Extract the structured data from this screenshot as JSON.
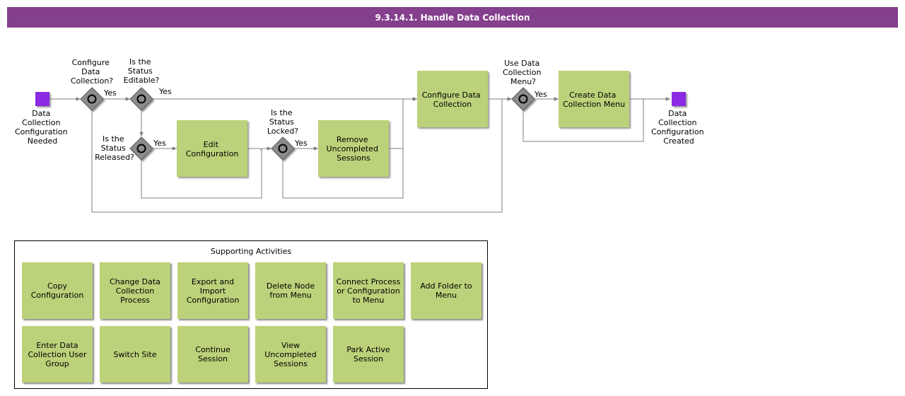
{
  "title": "9.3.14.1. Handle Data Collection",
  "colors": {
    "title_bar": "#843f8d",
    "task_fill": "#bcd27a",
    "event_fill": "#8a2be2",
    "gateway_fill": "#8c8c8c",
    "flow_line": "#7f7f7f"
  },
  "events": {
    "start": [
      "Data",
      "Collection",
      "Configuration",
      "Needed"
    ],
    "end": [
      "Data",
      "Collection",
      "Configuration",
      "Created"
    ]
  },
  "gateways": {
    "configure": [
      "Configure",
      "Data",
      "Collection?"
    ],
    "editable": [
      "Is the",
      "Status",
      "Editable?"
    ],
    "released": [
      "Is the",
      "Status",
      "Released?"
    ],
    "locked": [
      "Is the",
      "Status",
      "Locked?"
    ],
    "menu": [
      "Use Data",
      "Collection",
      "Menu?"
    ]
  },
  "yes_label": "Yes",
  "tasks": {
    "edit_config": [
      "Edit",
      "Configuration"
    ],
    "remove_sessions": [
      "Remove",
      "Uncompleted",
      "Sessions"
    ],
    "configure_dc": [
      "Configure Data",
      "Collection"
    ],
    "create_menu": [
      "Create Data",
      "Collection Menu"
    ]
  },
  "supporting": {
    "title": "Supporting Activities",
    "items": [
      "Copy Configuration",
      "Change Data Collection Process",
      "Export and Import Configuration",
      "Delete Node from Menu",
      "Connect Process or Configuration to Menu",
      "Add Folder to Menu",
      "Enter Data Collection User Group",
      "Switch Site",
      "Continue Session",
      "View Uncompleted Sessions",
      "Park Active Session"
    ]
  }
}
